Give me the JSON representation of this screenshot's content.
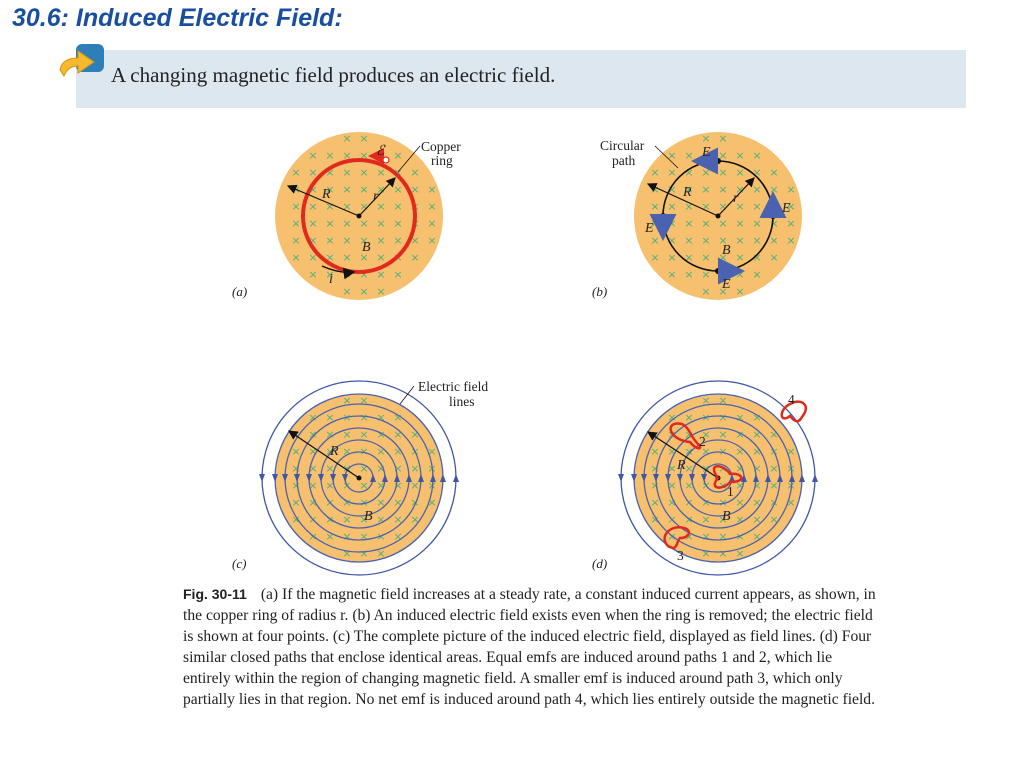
{
  "slide": {
    "title": "30.6: Induced Electric Field:",
    "banner_text": "A changing magnetic field produces an electric field."
  },
  "figure": {
    "panels": [
      {
        "label": "(a)",
        "annotations": [
          "Copper",
          "ring",
          "R",
          "r",
          "B",
          "i",
          "ℰ"
        ]
      },
      {
        "label": "(b)",
        "annotations": [
          "Circular",
          "path",
          "R",
          "r",
          "B",
          "E"
        ]
      },
      {
        "label": "(c)",
        "annotations": [
          "Electric field",
          "lines",
          "R",
          "B"
        ]
      },
      {
        "label": "(d)",
        "annotations": [
          "1",
          "2",
          "3",
          "4",
          "R",
          "B"
        ]
      }
    ]
  },
  "caption": {
    "fig_label": "Fig. 30-11",
    "text": "(a) If the magnetic field increases at a steady rate, a constant induced current appears, as shown, in the copper ring of radius r. (b) An induced electric field exists even when the ring is removed; the electric field is shown at four points. (c) The complete picture of the induced electric field, displayed as field lines. (d) Four similar closed paths that enclose identical areas. Equal emfs are induced around paths 1 and 2, which lie entirely within the region of changing magnetic field. A smaller emf is induced around path 3, which only partially lies in that region. No net emf is induced around path 4, which lies entirely outside the magnetic field."
  },
  "colors": {
    "title": "#1a4fa0",
    "banner_bg": "#dde7ef",
    "field_region": "#f6c06e",
    "copper_ring": "#e02a1e",
    "field_vector": "#4a62b0",
    "x_marks": "#4caf7e"
  }
}
